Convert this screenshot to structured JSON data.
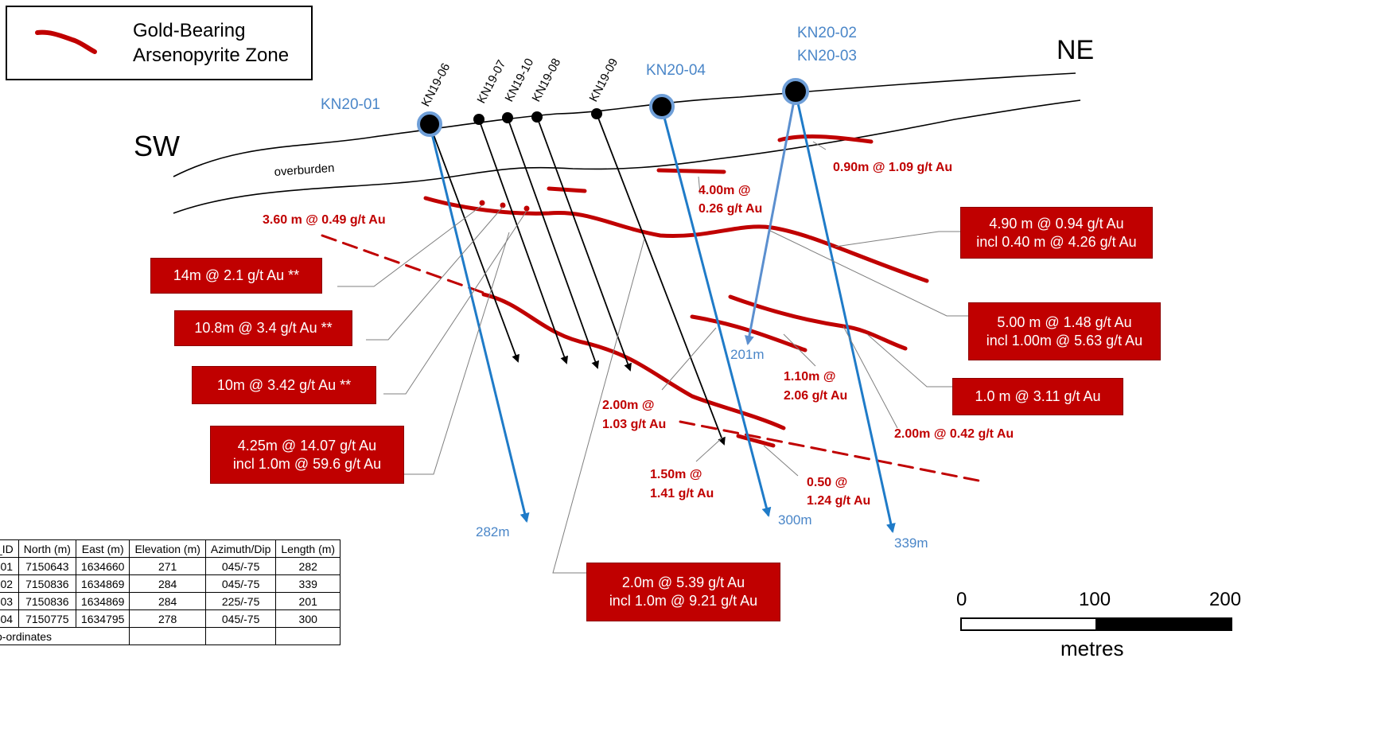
{
  "legend": {
    "line1": "Gold-Bearing",
    "line2": "Arsenopyrite Zone",
    "color": "#c00000"
  },
  "orientation": {
    "sw": "SW",
    "ne": "NE"
  },
  "overburden_label": "overburden",
  "holes": {
    "kn20_01": "KN20-01",
    "kn20_04": "KN20-04",
    "kn20_02": "KN20-02",
    "kn20_03": "KN20-03",
    "kn19_06": "KN19-06",
    "kn19_07": "KN19-07",
    "kn19_10": "KN19-10",
    "kn19_08": "KN19-08",
    "kn19_09": "KN19-09"
  },
  "depths": {
    "d282": "282m",
    "d201": "201m",
    "d300": "300m",
    "d339": "339m"
  },
  "intercept_labels": {
    "i360": "3.60 m @ 0.49 g/t Au",
    "i400a": "4.00m @",
    "i400b": "0.26 g/t Au",
    "i090": "0.90m @ 1.09 g/t Au",
    "i110a": "1.10m @",
    "i110b": "2.06 g/t Au",
    "i200a": "2.00m @",
    "i200b": "1.03 g/t Au",
    "i200c": "2.00m @ 0.42 g/t Au",
    "i150a": "1.50m @",
    "i150b": "1.41 g/t Au",
    "i050a": "0.50 @",
    "i050b": "1.24 g/t Au"
  },
  "boxes": {
    "b14": "14m @ 2.1 g/t Au **",
    "b108": "10.8m @ 3.4 g/t Au **",
    "b10": "10m @ 3.42 g/t Au **",
    "b425a": "4.25m @ 14.07 g/t Au",
    "b425b": "incl 1.0m @ 59.6 g/t Au",
    "b20a": "2.0m @ 5.39 g/t Au",
    "b20b": "incl 1.0m @ 9.21 g/t Au",
    "b490a": "4.90 m @ 0.94 g/t Au",
    "b490b": "incl 0.40 m @ 4.26 g/t Au",
    "b500a": "5.00 m @ 1.48 g/t Au",
    "b500b": "incl 1.00m @ 5.63 g/t Au",
    "b10311": "1.0 m @ 3.11 g/t Au"
  },
  "scale_bar": {
    "t0": "0",
    "t100": "100",
    "t200": "200",
    "unit": "metres"
  },
  "collar_table": {
    "headers": [
      "_ID",
      "North (m)",
      "East (m)",
      "Elevation (m)",
      "Azimuth/Dip",
      "Length (m)"
    ],
    "rows": [
      [
        "-01",
        "7150643",
        "1634660",
        "271",
        "045/-75",
        "282"
      ],
      [
        "-02",
        "7150836",
        "1634869",
        "284",
        "045/-75",
        "339"
      ],
      [
        "-03",
        "7150836",
        "1634869",
        "284",
        "225/-75",
        "201"
      ],
      [
        "-04",
        "7150775",
        "1634795",
        "278",
        "045/-75",
        "300"
      ]
    ],
    "footnote": "o-ordinates"
  },
  "colors": {
    "zone": "#c00000",
    "hole_2020": "#1f7bc8",
    "hole_2019": "#000000",
    "label_2020": "#4a86c8"
  }
}
